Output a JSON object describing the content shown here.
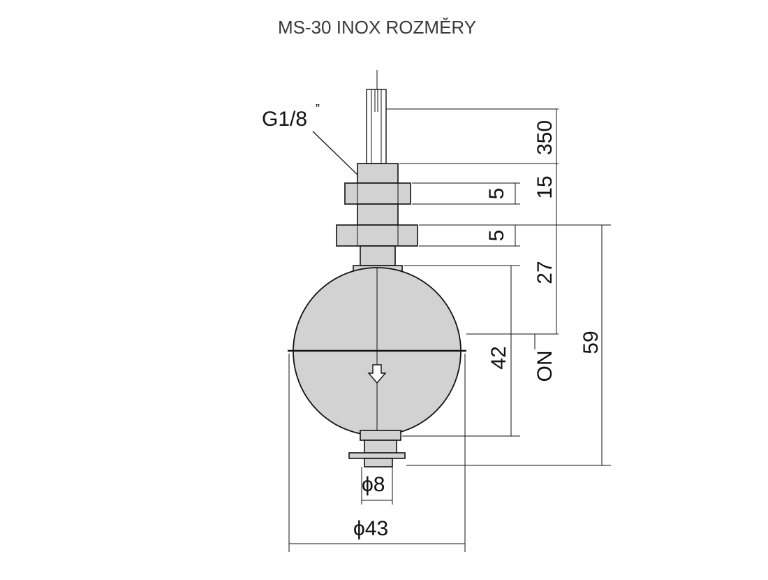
{
  "title": "MS-30 INOX ROZMĚRY",
  "thread_label": "G1/8",
  "thread_quote": "”",
  "dimensions": {
    "cable_length": "350",
    "thread_length": "15",
    "nut_upper": "5",
    "nut_lower": "5",
    "to_switch_point": "27",
    "float_height": "42",
    "total_length": "59",
    "switch_label": "ON",
    "stem_diameter": "ϕ8",
    "float_diameter": "ϕ43"
  },
  "colors": {
    "float_fill": "#d2d2d2",
    "line": "#111111"
  }
}
